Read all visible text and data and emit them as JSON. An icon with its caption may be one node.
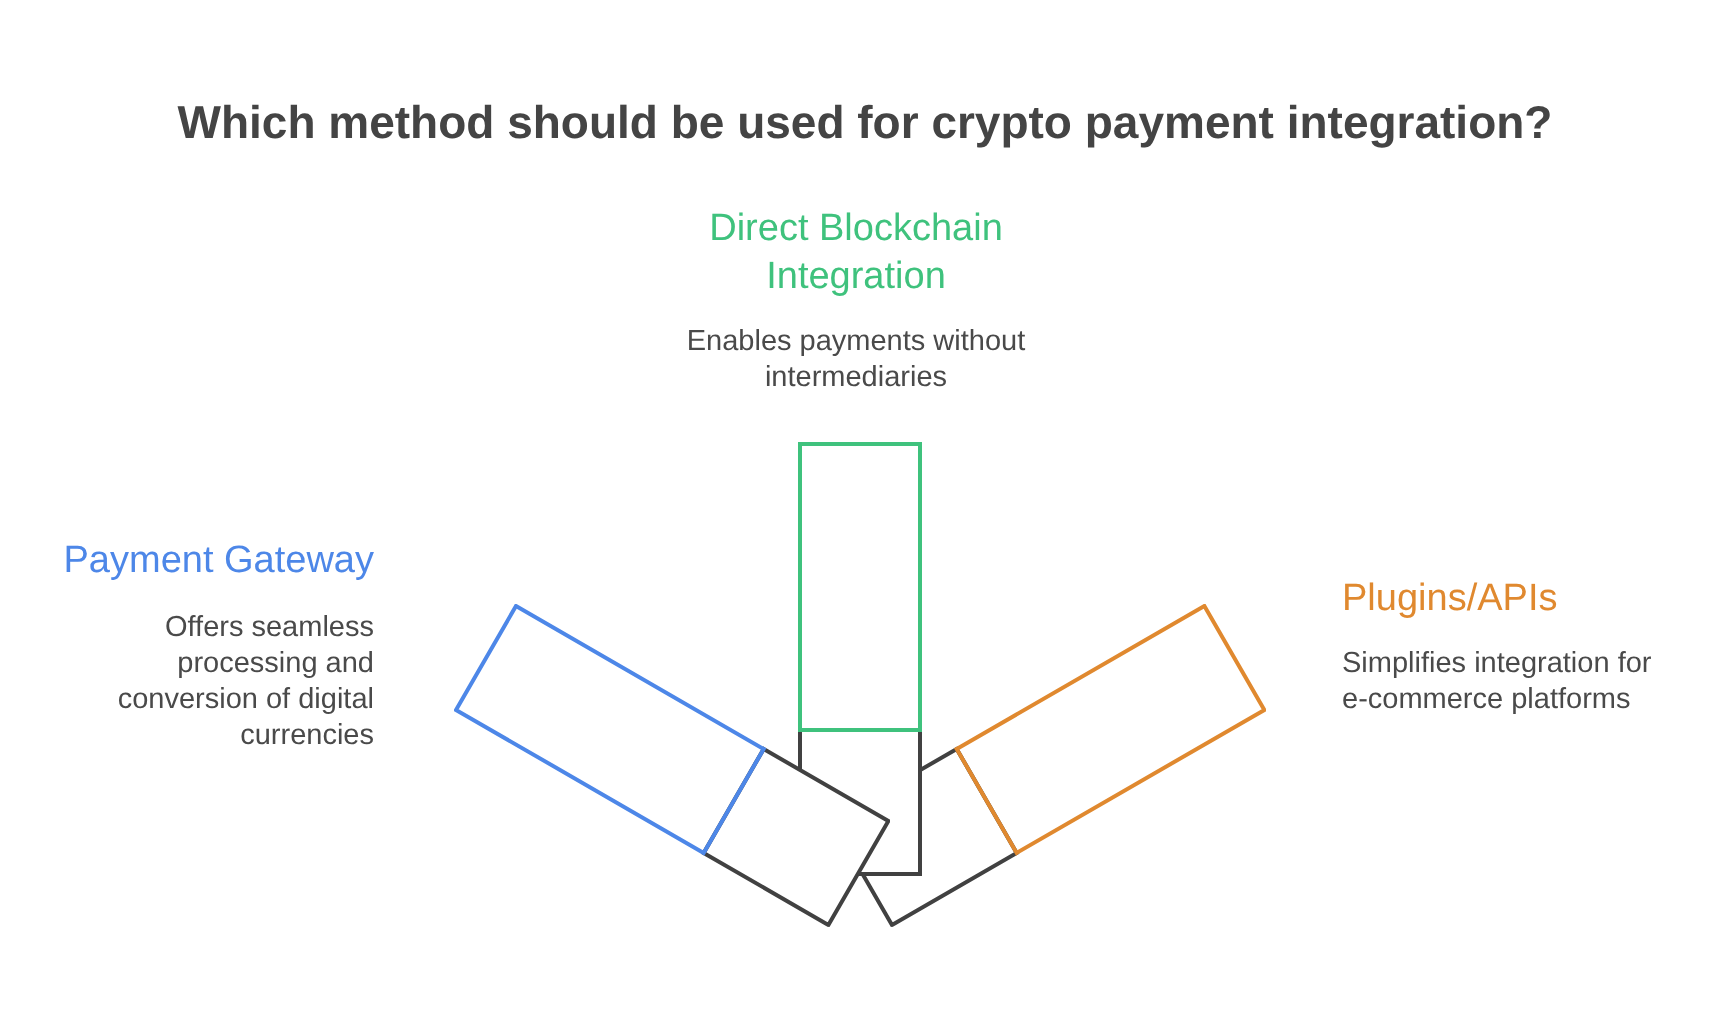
{
  "diagram": {
    "title": "Which method should be used for crypto payment integration?",
    "nodes": [
      {
        "text": [],
        "shape": "bar",
        "beside": [
          "Payment Gateway",
          "Offers seamless processing and conversion of digital currencies"
        ]
      },
      {
        "text": [],
        "shape": "bar",
        "beside": [
          "Direct Blockchain Integration",
          "Enables payments without intermediaries"
        ]
      },
      {
        "text": [],
        "shape": "bar",
        "beside": [
          "Plugins/APIs",
          "Simplifies integration for e-commerce platforms"
        ]
      }
    ]
  }
}
